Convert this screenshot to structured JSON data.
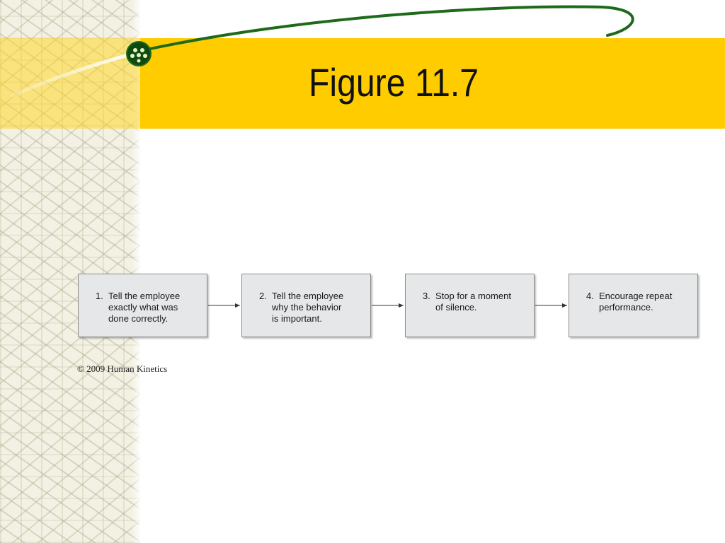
{
  "slide": {
    "title": "Figure 11.7",
    "copyright": "© 2009 Human Kinetics"
  },
  "colors": {
    "title_band": "#ffcc00",
    "swoosh": "#1f6a1a",
    "box_fill": "#e6e7e8",
    "box_border": "#8c8c8c",
    "arrow": "#333333"
  },
  "diagram": {
    "steps": [
      {
        "number": "1.",
        "text": "Tell the employee\nexactly what was\ndone correctly."
      },
      {
        "number": "2.",
        "text": "Tell the employee\nwhy the behavior\nis important."
      },
      {
        "number": "3.",
        "text": "Stop for a moment\nof silence."
      },
      {
        "number": "4.",
        "text": "Encourage repeat\nperformance."
      }
    ]
  }
}
